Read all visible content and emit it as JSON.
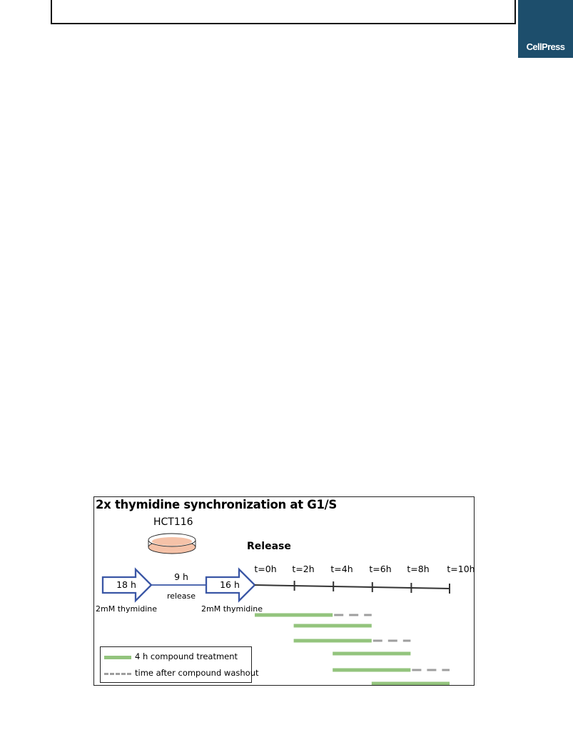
{
  "publisher": {
    "logo_text": "CellPress"
  },
  "figure": {
    "title": "2x thymidine synchronization at G1/S",
    "cell_line": "HCT116",
    "release_heading": "Release",
    "steps": [
      {
        "duration": "18 h",
        "note": "2mM thymidine"
      },
      {
        "duration": "9 h",
        "note": "release"
      },
      {
        "duration": "16 h",
        "note": "2mM thymidine"
      }
    ],
    "timepoints": [
      "t=0h",
      "t=2h",
      "t=4h",
      "t=6h",
      "t=8h",
      "t=10h"
    ],
    "treatment_windows": [
      {
        "treatment_start_h": 0,
        "treatment_end_h": 4,
        "washout_end_h": 6
      },
      {
        "treatment_start_h": 2,
        "treatment_end_h": 6,
        "washout_end_h": null
      },
      {
        "treatment_start_h": 2,
        "treatment_end_h": 6,
        "washout_end_h": 8
      },
      {
        "treatment_start_h": 4,
        "treatment_end_h": 8,
        "washout_end_h": null
      },
      {
        "treatment_start_h": 4,
        "treatment_end_h": 8,
        "washout_end_h": 10
      },
      {
        "treatment_start_h": 6,
        "treatment_end_h": 10,
        "washout_end_h": null
      }
    ],
    "legend": {
      "treatment": "4 h compound treatment",
      "washout": "time after compound washout"
    },
    "colors": {
      "arrow_stroke": "#3a56a5",
      "treatment": "#93c47d",
      "washout": "#9e9e9e",
      "dish_fill": "#f5c2a8",
      "timeline": "#333333"
    }
  }
}
